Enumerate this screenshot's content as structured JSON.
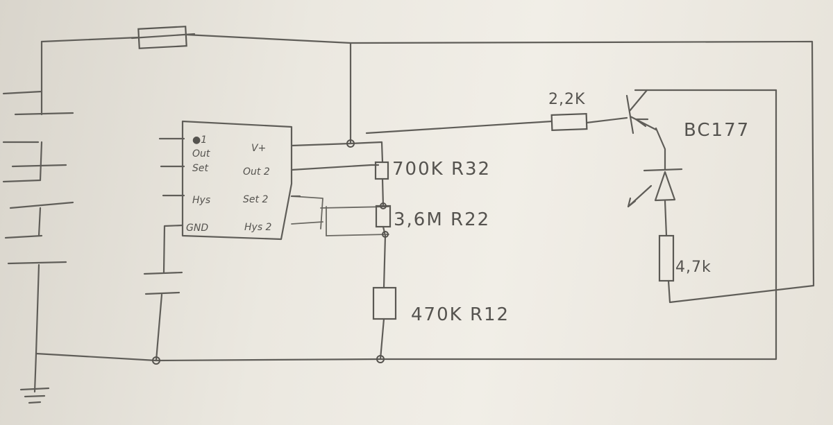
{
  "chip": {
    "pins_left": [
      "●1",
      "Out",
      "Set",
      "Hys",
      "GND"
    ],
    "pins_right": [
      "V+",
      "Out 2",
      "Set 2",
      "Hys 2"
    ]
  },
  "components": {
    "r32": "700K R32",
    "r22": "3,6M R22",
    "r12": "470K R12",
    "r_base": "2,2K",
    "transistor": "BC177",
    "r_led": "4,7k"
  }
}
